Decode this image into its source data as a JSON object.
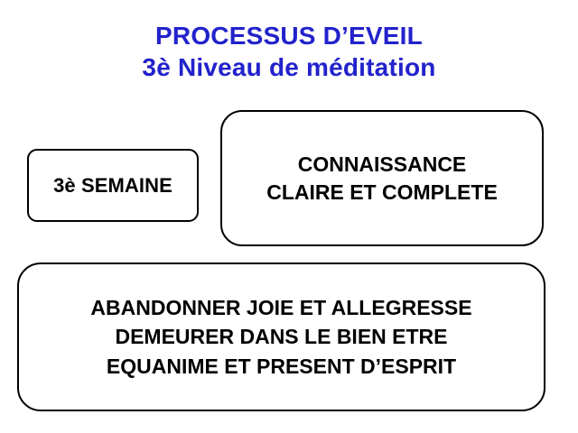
{
  "slide": {
    "background_color": "#ffffff",
    "title": {
      "color": "#2222cc",
      "line1": "PROCESSUS D’EVEIL",
      "line2": "3è Niveau de méditation"
    },
    "boxes": {
      "week": {
        "text": "3è SEMAINE",
        "border_color": "#000000",
        "text_color": "#000000"
      },
      "knowledge": {
        "line1": "CONNAISSANCE",
        "line2": "CLAIRE ET COMPLETE",
        "border_color": "#000000",
        "text_color": "#000000"
      },
      "practice": {
        "line1": "ABANDONNER JOIE ET ALLEGRESSE",
        "line2": "DEMEURER DANS LE BIEN ETRE",
        "line3": "EQUANIME ET PRESENT D’ESPRIT",
        "border_color": "#000000",
        "text_color": "#000000"
      }
    }
  }
}
